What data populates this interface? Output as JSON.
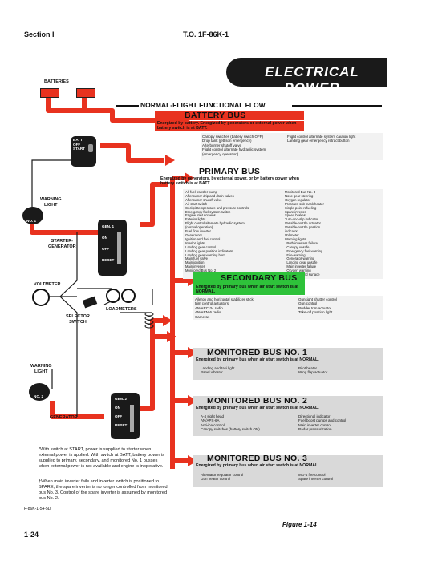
{
  "header": {
    "section": "Section I",
    "to": "T.O. 1F-86K-1"
  },
  "title": "ELECTRICAL POWER",
  "flow_title": "NORMAL-FLIGHT FUNCTIONAL FLOW",
  "labels": {
    "batteries": "BATTERIES",
    "warning_light_1": "WARNING\nLIGHT",
    "starter_generator": "STARTER-\nGENERATOR",
    "voltmeter": "VOLTMETER",
    "loadmeters": "LOADMETERS",
    "selector_switch": "SELECTOR\nSWITCH",
    "warning_light_2": "WARNING\nLIGHT",
    "generator": "GENERATOR",
    "batt_switch": "BATT\nOFF\nSTART",
    "gen1_switch": "GEN. 1\nON\nOFF\nRESET",
    "gen2_switch": "GEN. 2\nON\nOFF\nRESET",
    "no1": "NO. 1",
    "no2": "NO. 2"
  },
  "buses": {
    "battery": {
      "name": "BATTERY BUS",
      "desc": "Energized by battery. Energized by generators or external power when battery switch is at BATT.",
      "left": "Canopy switches (battery switch OFF)\nDrop tank (jettison emergency)\nAfterburner shutoff valve\nFlight control alternate hydraulic system\n(emergency operation)",
      "right": "Flight control alternate system caution light\nLanding gear emergency retract button"
    },
    "primary": {
      "name": "PRIMARY BUS",
      "desc": "Energized by generators, by external power, or by battery power when battery switch is at BATT.",
      "left": "Alt fuel transfer pump\nAfterburner drip and drain valves\nAfterburner shutoff valve\nAir start switch\nCockpit temperature and pressure controls\nEmergency fuel system switch\nEngine inlet screens\nExterior lights\nFlight control alternate hydraulic system\n(normal operation)\nFuel flow inverter\nGenerators\nIgnition and fuel control\nInterior lights\nLanding gear control\nLanding gear position indicators\nLanding gear warning horn\nMain fuel valve\nMain ignition\nMain inverter\nMonitored Bus No. 2",
      "right": "Monitored Bus No. 3\nNose gear steering\nOxygen regulator\nPressure-suit mask heater\nSingle-point refueling\nSpare inverter\nSpeed brakes\nTurn-and-slip indicator\nVariable-nozzle actuator\nVariable-nozzle position\nindicator\nVoltmeter\nWarning lights\n  Both-inverters failure\n  Canopy unsafe\n  Emergency fuel warning\n  Fire-warning\n  Generator-warning\n  Landing gear unsafe\n  Main inverter failure\n  Oxygen warning\nWindshield and surface"
    },
    "secondary": {
      "name": "SECONDARY BUS",
      "desc": "Energized by primary bus when air start switch is at NORMAL.",
      "left": "Aileron and horizontal stabilizer stick\ntrim control actuators\nAN/ARC-34 radio\nAN/ARN-6 radio\nCameras",
      "right": "Gunsight shutter control\nGun control\nRudder trim actuator\nTake-off position light"
    },
    "mon1": {
      "name": "MONITORED BUS NO. 1",
      "desc": "Energized by primary bus when air start switch is at NORMAL.",
      "left": "Landing and taxi light\nPanel vibrator",
      "right": "Pitot heater\nWing flap actuator"
    },
    "mon2": {
      "name": "MONITORED BUS NO. 2",
      "desc": "Energized by primary bus when air start switch is at NORMAL.",
      "left": "A-4 sight head\nAN/APX-6A\nAnti-ice control\nCanopy switches (battery switch ON)",
      "right": "Directional indicator\nFuel boost pumps and control\nMain inverter control\nRadar pressurization"
    },
    "mon3": {
      "name": "MONITORED BUS NO. 3",
      "desc": "Energized by primary bus when air start switch is at NORMAL.",
      "left": "Alternator regulator control\nGun heater control",
      "right": "MG-4 fire control\nSpare inverter control"
    }
  },
  "notes": {
    "note1": "*With switch at START, power is supplied to starter when external power is applied. With switch at BATT, battery power is supplied to primary, secondary, and monitored No. 1 busses when external power is not available and engine is inoperative.",
    "note2": "†When main inverter fails and inverter switch is positioned to SPARE, the spare inverter is no longer controlled from monitored bus No. 3. Control of the spare inverter is assumed by monitored bus No. 2."
  },
  "figure_code": "F-86K-1-54-5D",
  "figure": "Figure 1-14",
  "page_number": "1-24",
  "colors": {
    "red": "#e8321f",
    "green": "#2ec23a",
    "dark": "#1a1a1a"
  }
}
